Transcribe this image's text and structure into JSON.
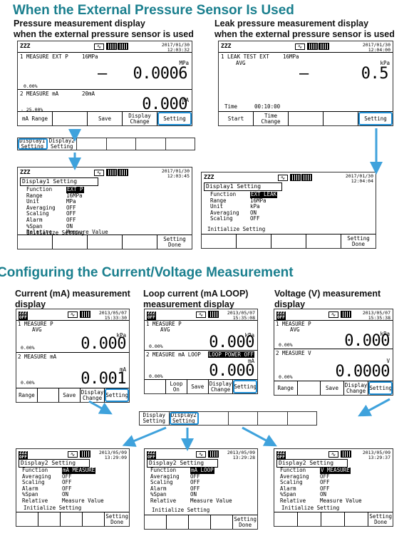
{
  "sec1": {
    "title": "When the External Pressure Sensor Is Used",
    "cap_left_1": "Pressure measurement display",
    "cap_left_2": "when the external pressure sensor is used",
    "cap_right_1": "Leak pressure measurement display",
    "cap_right_2": "when the external pressure sensor is used"
  },
  "sec2": {
    "title": "Configuring the Current/Voltage Measurement",
    "cap1_1": "Current (mA) measurement",
    "cap1_2": "display",
    "cap2_1": "Loop current (mA LOOP)",
    "cap2_2": "measurement display",
    "cap3_1": "Voltage (V) measurement",
    "cap3_2": "display"
  },
  "s_ext": {
    "date": "2017/01/30",
    "time": "12:03:32",
    "l1": "1 MEASURE EXT P",
    "l1r": "16MPa",
    "unit1": "MPa",
    "pct1": "0.00%",
    "sign1": "–",
    "val1": "0.0006",
    "l2": "2 MEASURE mA",
    "l2r": "20mA",
    "unit2": "mA",
    "pct2": "- 25.00%",
    "val2": "0.000",
    "keys": [
      "mA Range",
      "",
      "Save",
      "Display Change",
      "Setting"
    ]
  },
  "s_leak": {
    "date": "2017/01/30",
    "time": "12:04:00",
    "l1": "1 LEAK TEST EXT",
    "l1r": "16MPa",
    "avg": "AVG",
    "unit1": "kPa",
    "sign1": "–",
    "val1": "0.5",
    "time_label": "Time",
    "time_val": "00:10:00",
    "keys": [
      "Start",
      "Time Change",
      "",
      "",
      "Setting"
    ]
  },
  "menu1": [
    "Display1 Setting",
    "Display2 Setting",
    "",
    "",
    "",
    ""
  ],
  "set_ext": {
    "date": "2017/01/30",
    "time": "12:03:45",
    "title": "Display1 Setting",
    "rows": [
      [
        "Function",
        "EXT P"
      ],
      [
        "Range",
        "16MPa"
      ],
      [
        "Unit",
        "MPa"
      ],
      [
        "Averaging",
        "OFF"
      ],
      [
        "Scaling",
        "OFF"
      ],
      [
        "Alarm",
        "OFF"
      ],
      [
        "%Span",
        "ON"
      ],
      [
        "Relative",
        "Measure Value"
      ]
    ],
    "init": "Initialize Setting",
    "done": "Setting Done"
  },
  "set_leak": {
    "date": "2017/01/30",
    "time": "12:04:04",
    "title": "Display1 Setting",
    "rows": [
      [
        "Function",
        "EXT LEAK"
      ],
      [
        "Range",
        "16MPa"
      ],
      [
        "Unit",
        "kPa"
      ],
      [
        "Averaging",
        "ON"
      ],
      [
        "Scaling",
        "OFF"
      ]
    ],
    "init": "Initialize Setting",
    "done": "Setting Done"
  },
  "s_ma": {
    "date": "2013/05/07",
    "time": "15:33:30",
    "l1": "1 MEASURE P",
    "avg": "AVG",
    "unit1": "kPa",
    "pct1": "0.00%",
    "val1": "0.000",
    "l2": "2 MEASURE mA",
    "unit2": "mA",
    "pct2": "0.00%",
    "val2": "0.001",
    "keys": [
      "Range",
      "",
      "Save",
      "Display Change",
      "Setting"
    ]
  },
  "s_loop": {
    "date": "2013/05/07",
    "time": "15:35:08",
    "l1": "1 MEASURE P",
    "avg": "AVG",
    "unit1": "kPa",
    "pct1": "0.00%",
    "val1": "0.000",
    "l2": "2 MEASURE mA LOOP",
    "loop": "LOOP POWER OFF",
    "unit2": "mA",
    "pct2": "0.00%",
    "val2": "0.000",
    "keys": [
      "",
      "Loop On",
      "Save",
      "Display Change",
      "Setting"
    ]
  },
  "s_v": {
    "date": "2013/05/07",
    "time": "15:35:38",
    "l1": "1 MEASURE P",
    "avg": "AVG",
    "unit1": "kPa",
    "pct1": "0.00%",
    "val1": "0.000",
    "l2": "2 MEASURE V",
    "unit2": "V",
    "pct2": "0.00%",
    "val2": "0.0000",
    "keys": [
      "Range",
      "",
      "Save",
      "Display Change",
      "Setting"
    ]
  },
  "menu2": [
    "Display Setting",
    "Display2 Setting",
    "",
    "",
    "",
    ""
  ],
  "set_ma": {
    "date": "2013/05/09",
    "time": "13:29:09",
    "title": "Display2 Setting",
    "rows": [
      [
        "Function",
        "mA MEASURE"
      ],
      [
        "Averaging",
        "OFF"
      ],
      [
        "Scaling",
        "OFF"
      ],
      [
        "Alarm",
        "OFF"
      ],
      [
        "%Span",
        "ON"
      ],
      [
        "Relative",
        "Measure Value"
      ]
    ],
    "init": "Initialize Setting",
    "done": "Setting Done"
  },
  "set_loop": {
    "date": "2013/05/09",
    "time": "13:29:28",
    "title": "Display2 Setting",
    "rows": [
      [
        "Function",
        "mA LOOP"
      ],
      [
        "Averaging",
        "OFF"
      ],
      [
        "Scaling",
        "OFF"
      ],
      [
        "Alarm",
        "OFF"
      ],
      [
        "%Span",
        "ON"
      ],
      [
        "Relative",
        "Measure Value"
      ]
    ],
    "init": "Initialize Setting",
    "done": "Setting Done"
  },
  "set_v": {
    "date": "2013/05/09",
    "time": "13:29:37",
    "title": "Display2 Setting",
    "rows": [
      [
        "Function",
        "V MEASURE"
      ],
      [
        "Averaging",
        "OFF"
      ],
      [
        "Scaling",
        "OFF"
      ],
      [
        "Alarm",
        "OFF"
      ],
      [
        "%Span",
        "ON"
      ],
      [
        "Relative",
        "Measure Value"
      ]
    ],
    "init": "Initialize Setting",
    "done": "Setting Done"
  },
  "colors": {
    "heading": "#1a7f8e",
    "highlight": "#1f8fd6"
  }
}
